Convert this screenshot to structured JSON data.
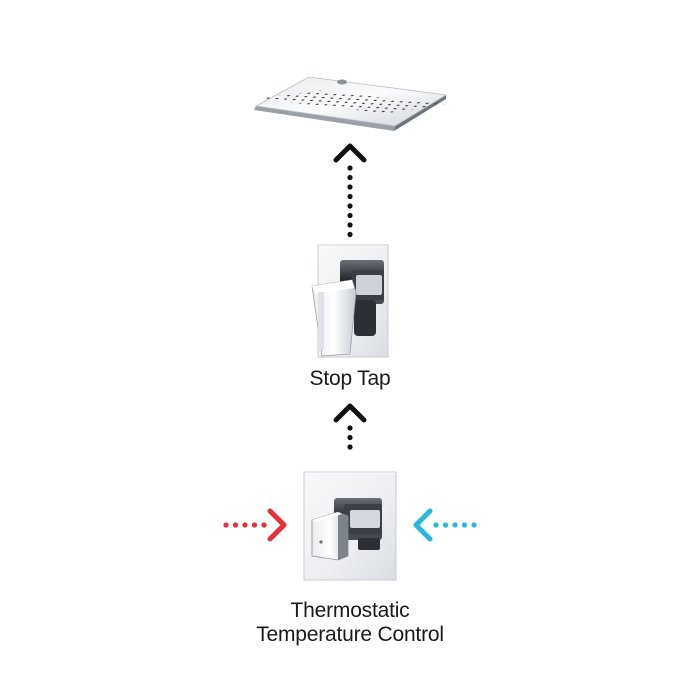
{
  "labels": {
    "stop_tap": "Stop Tap",
    "thermostatic_line1": "Thermostatic",
    "thermostatic_line2": "Temperature Control"
  },
  "colors": {
    "flow_arrow": "#111111",
    "hot_water": "#e8303a",
    "cold_water": "#29b6e0",
    "chrome_light": "#f4f5f7",
    "chrome_dark": "#2a2d33"
  },
  "icons": {
    "shower_head": "square-shower-head-icon",
    "stop_tap": "stop-tap-valve-icon",
    "thermostatic_control": "thermostatic-valve-icon"
  }
}
